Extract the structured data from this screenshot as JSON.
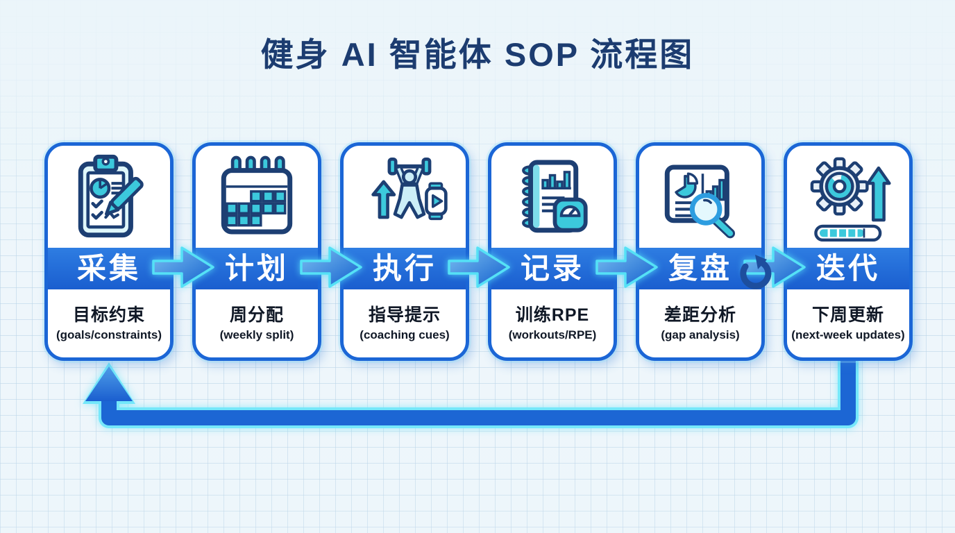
{
  "title": "健身 AI 智能体 SOP 流程图",
  "steps": [
    {
      "label": "采集",
      "caption_cn": "目标约束",
      "caption_en": "(goals/constraints)",
      "icon": "clipboard-checklist-icon"
    },
    {
      "label": "计划",
      "caption_cn": "周分配",
      "caption_en": "(weekly split)",
      "icon": "calendar-icon"
    },
    {
      "label": "执行",
      "caption_cn": "指导提示",
      "caption_en": "(coaching cues)",
      "icon": "workout-lifter-watch-icon"
    },
    {
      "label": "记录",
      "caption_cn": "训练RPE",
      "caption_en": "(workouts/RPE)",
      "icon": "notebook-scale-icon"
    },
    {
      "label": "复盘",
      "caption_cn": "差距分析",
      "caption_en": "(gap analysis)",
      "icon": "report-magnifier-icon"
    },
    {
      "label": "迭代",
      "caption_cn": "下周更新",
      "caption_en": "(next-week updates)",
      "icon": "gear-up-arrow-progress-icon"
    }
  ],
  "connectors": {
    "forward_arrow_count": 5,
    "has_feedback_loop": true,
    "has_refresh_glyph_before_last_arrow": true
  },
  "colors": {
    "background": "#eef6fb",
    "grid_line": "#b0cde4",
    "card_border": "#1b66d6",
    "band_blue_top": "#2e7de2",
    "band_blue_bottom": "#1a5ecf",
    "arrow_outline_cyan": "#55e1f6",
    "loop_blue": "#1c66d4",
    "icon_navy": "#1d3f73",
    "icon_teal": "#3cc9dc",
    "title_navy": "#1c3c70",
    "caption_text": "#101826",
    "refresh_navy": "#1d4e9e"
  }
}
